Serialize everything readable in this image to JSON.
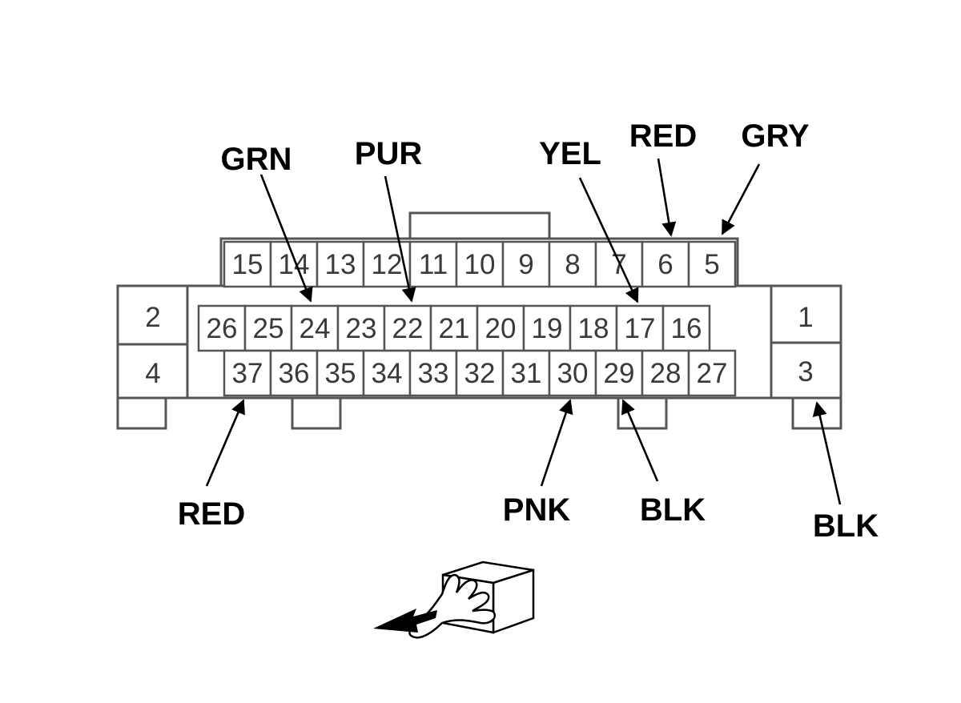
{
  "connector": {
    "top_row": [
      "15",
      "14",
      "13",
      "12",
      "11",
      "10",
      "9",
      "8",
      "7",
      "6",
      "5"
    ],
    "middle_row": [
      "26",
      "25",
      "24",
      "23",
      "22",
      "21",
      "20",
      "19",
      "18",
      "17",
      "16"
    ],
    "bottom_row": [
      "37",
      "36",
      "35",
      "34",
      "33",
      "32",
      "31",
      "30",
      "29",
      "28",
      "27"
    ],
    "left_side": [
      "2",
      "4"
    ],
    "right_side": [
      "1",
      "3"
    ]
  },
  "wire_labels": [
    {
      "pin": "24",
      "color": "GRN"
    },
    {
      "pin": "22",
      "color": "PUR"
    },
    {
      "pin": "17",
      "color": "YEL"
    },
    {
      "pin": "6",
      "color": "RED"
    },
    {
      "pin": "5",
      "color": "GRY"
    },
    {
      "pin": "37",
      "color": "RED"
    },
    {
      "pin": "30",
      "color": "PNK"
    },
    {
      "pin": "29",
      "color": "BLK"
    },
    {
      "pin": "3",
      "color": "BLK"
    }
  ],
  "view_icon": "terminal-side-view-hand-icon"
}
